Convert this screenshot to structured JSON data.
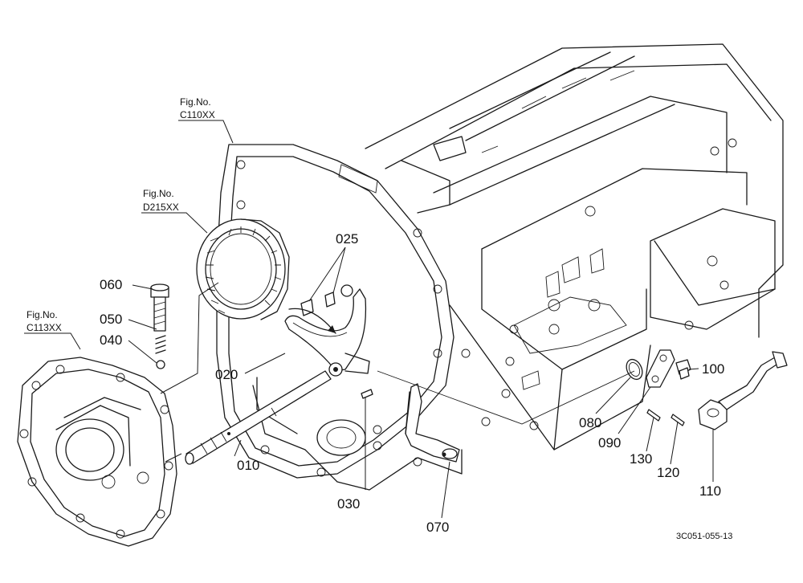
{
  "figure_refs": {
    "c110": {
      "line1": "Fig.No.",
      "line2": "C110XX"
    },
    "d215": {
      "line1": "Fig.No.",
      "line2": "D215XX"
    },
    "c113": {
      "line1": "Fig.No.",
      "line2": "C113XX"
    }
  },
  "parts": {
    "p010": "010",
    "p020": "020",
    "p025": "025",
    "p030": "030",
    "p040": "040",
    "p050": "050",
    "p060": "060",
    "p070": "070",
    "p080": "080",
    "p090": "090",
    "p100": "100",
    "p110": "110",
    "p120": "120",
    "p130": "130"
  },
  "drawing_code": "3C051-055-13"
}
